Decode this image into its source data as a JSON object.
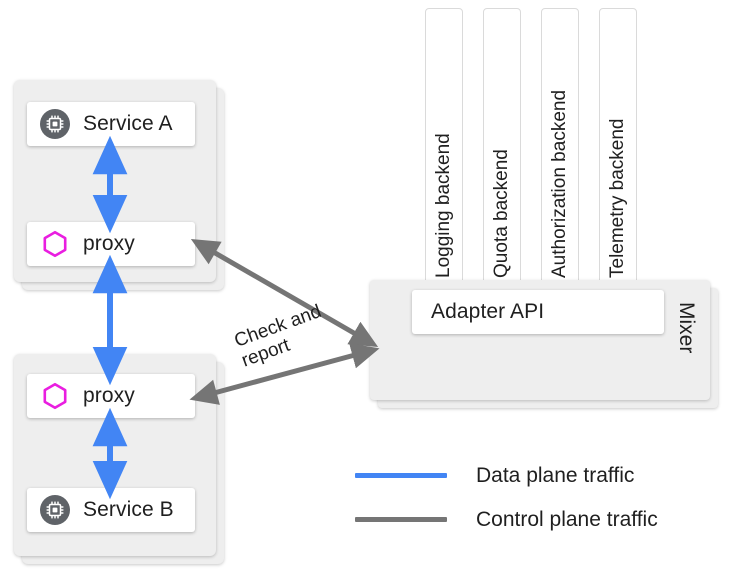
{
  "colors": {
    "data_plane": "#4285f4",
    "control_plane": "#757575",
    "proxy_hex": "#e91ee0",
    "service_icon": "#5f6368",
    "group_bg": "#eeeeee",
    "box_bg": "#ffffff",
    "text": "#1f1f1f",
    "canvas_bg": "#ffffff"
  },
  "workloads": [
    {
      "id": "workload-a",
      "service": {
        "label": "Service A",
        "icon": "cpu-chip-icon"
      },
      "proxy": {
        "label": "proxy",
        "icon": "hexagon-icon"
      }
    },
    {
      "id": "workload-b",
      "proxy": {
        "label": "proxy",
        "icon": "hexagon-icon"
      },
      "service": {
        "label": "Service B",
        "icon": "cpu-chip-icon"
      }
    }
  ],
  "mixer": {
    "label": "Mixer",
    "adapter_api": {
      "label": "Adapter API"
    },
    "backends": [
      {
        "label": "Logging backend"
      },
      {
        "label": "Quota backend"
      },
      {
        "label": "Authorization backend"
      },
      {
        "label": "Telemetry backend"
      }
    ]
  },
  "connections": {
    "check_and_report": {
      "line1": "Check and",
      "line2": "report"
    }
  },
  "legend": {
    "items": [
      {
        "label": "Data plane traffic",
        "color": "#4285f4",
        "style": "solid"
      },
      {
        "label": "Control plane traffic",
        "color": "#757575",
        "style": "solid"
      }
    ]
  }
}
